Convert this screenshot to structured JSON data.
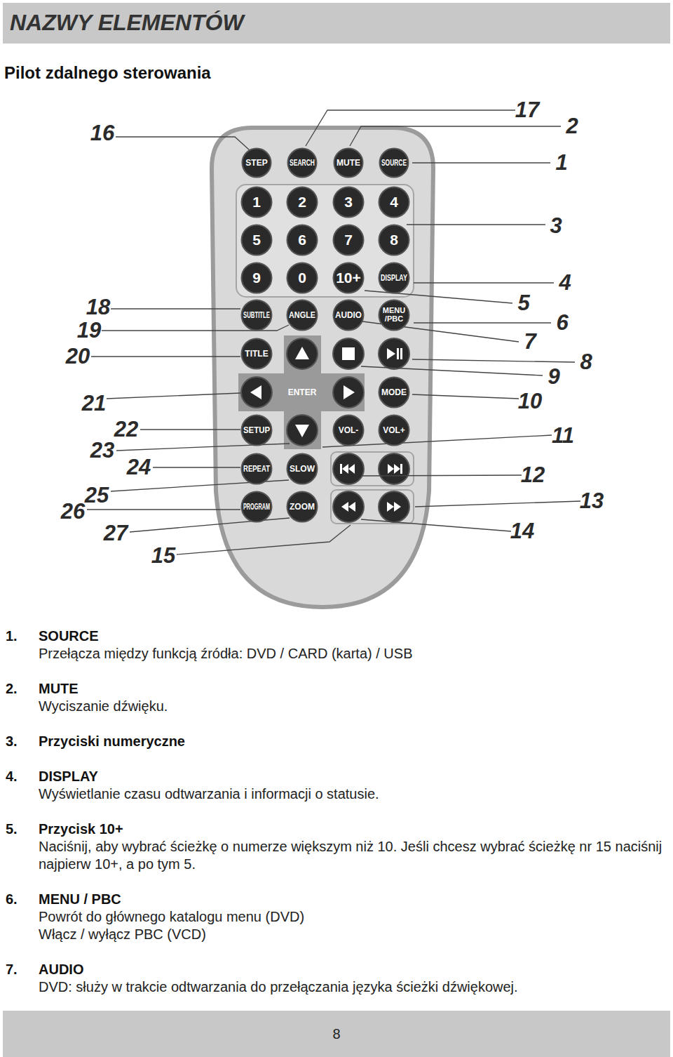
{
  "diagram": {
    "title": "NAZWY ELEMENTÓW",
    "nodes": [
      {
        "text": [
          "STEP"
        ]
      },
      {
        "text": [
          "SEARCH"
        ]
      },
      {
        "text": [
          "MUTE"
        ]
      },
      {
        "text": [
          "SOURCE"
        ]
      },
      {
        "text": [
          "1"
        ]
      },
      {
        "text": [
          "2"
        ]
      },
      {
        "text": [
          "3"
        ]
      },
      {
        "text": [
          "4"
        ]
      },
      {
        "text": [
          "5"
        ]
      },
      {
        "text": [
          "6"
        ]
      },
      {
        "text": [
          "7"
        ]
      },
      {
        "text": [
          "8"
        ]
      },
      {
        "text": [
          "9"
        ]
      },
      {
        "text": [
          "0"
        ]
      },
      {
        "text": [
          "10+"
        ]
      },
      {
        "text": [
          "DISPLAY"
        ]
      },
      {
        "text": [
          "SUBTITLE"
        ]
      },
      {
        "text": [
          "ANGLE"
        ]
      },
      {
        "text": [
          "AUDIO"
        ]
      },
      {
        "text": [
          "MENU /PBC"
        ]
      },
      {
        "text": [
          "TITLE"
        ]
      },
      {
        "text": [
          "MODE"
        ]
      },
      {
        "text": [
          "SETUP"
        ]
      },
      {
        "text": [
          "VOL-"
        ]
      },
      {
        "text": [
          "VOL+"
        ]
      },
      {
        "text": [
          "REPEAT"
        ]
      },
      {
        "text": [
          "SLOW"
        ]
      },
      {
        "text": [
          "PROGRAM"
        ]
      },
      {
        "text": [
          "ZOOM"
        ]
      },
      {
        "text": [
          "8"
        ]
      }
    ],
    "labels": [
      "Pilot zdalnego sterowania",
      "17",
      "2",
      "1",
      "3",
      "4",
      "5",
      "6",
      "7",
      "8",
      "9",
      "10",
      "11",
      "12",
      "13",
      "14",
      "15",
      "16",
      "18",
      "19",
      "20",
      "21",
      "22",
      "23",
      "24",
      "25",
      "26",
      "27",
      "ENTER",
      "1.",
      "SOURCE",
      "Przełącza między funkcją źródła: DVD / CARD (karta) / USB",
      "2.",
      "MUTE",
      "Wyciszanie dźwięku.",
      "3.",
      "Przyciski numeryczne",
      "4.",
      "DISPLAY",
      "Wyświetlanie czasu odtwarzania i informacji o statusie.",
      "5.",
      "Przycisk 10+",
      "Naciśnij, aby wybrać ścieżkę o numerze większym niż 10. Jeśli chcesz wybrać ścieżkę nr 15 naciśnij najpierw 10+, a po tym 5.",
      "6.",
      "MENU / PBC",
      "Powrót do głównego katalogu menu (DVD)",
      "Włącz / wyłącz PBC (VCD)",
      "7.",
      "AUDIO",
      "DVD: służy w trakcie odtwarzania do przełączania języka ścieżki dźwiękowej."
    ]
  }
}
